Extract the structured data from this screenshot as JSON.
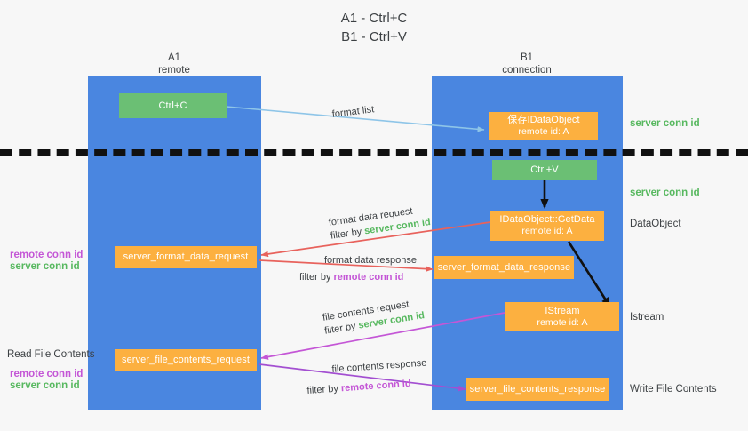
{
  "title": {
    "line1": "A1 - Ctrl+C",
    "line2": "B1 - Ctrl+V"
  },
  "columns": [
    {
      "name": "A1",
      "sub": "remote"
    },
    {
      "name": "B1",
      "sub": "connection"
    }
  ],
  "nodes": {
    "ctrl_c": {
      "label": "Ctrl+C"
    },
    "idataobject": {
      "line1": "保存IDataObject",
      "line2": "remote id: A"
    },
    "ctrl_v": {
      "label": "Ctrl+V"
    },
    "getdata": {
      "line1": "IDataObject::GetData",
      "line2": "remote id: A"
    },
    "server_format_data_request": {
      "label": "server_format_data_request"
    },
    "server_format_data_response": {
      "label": "server_format_data_response"
    },
    "istream": {
      "line1": "IStream",
      "line2": "remote id: A"
    },
    "server_file_contents_request": {
      "label": "server_file_contents_request"
    },
    "server_file_contents_response": {
      "label": "server_file_contents_response"
    }
  },
  "edge_labels": {
    "format_list": "format list",
    "format_data_request": "format data request",
    "format_data_request_filter_pre": "filter by ",
    "format_data_request_filter_key": "server conn id",
    "format_data_response": "format data response",
    "format_data_response_filter_pre": "filter by ",
    "format_data_response_filter_key": "remote conn id",
    "file_contents_request": "file contents request",
    "file_contents_request_filter_pre": "filter by ",
    "file_contents_request_filter_key": "server conn id",
    "file_contents_response": "file contents response",
    "file_contents_response_filter_pre": "filter by ",
    "file_contents_response_filter_key": "remote conn id"
  },
  "right_annotations": {
    "server_conn_id_top": "server conn id",
    "server_conn_id_mid": "server conn id",
    "dataobject": "DataObject",
    "istream": "Istream",
    "write_file_contents": "Write File Contents"
  },
  "left_annotations": {
    "remote_conn_id_1": "remote conn id",
    "server_conn_id_1": "server conn id",
    "read_file_contents": "Read File Contents",
    "remote_conn_id_2": "remote conn id",
    "server_conn_id_2": "server conn id"
  },
  "colors": {
    "lane": "#4a86e0",
    "green_box": "#6bbf74",
    "orange_box": "#fcb040",
    "green_text": "#57b85f",
    "purple_text": "#c456d6",
    "arrow_blue": "#8ec5e8",
    "arrow_red": "#e8625c",
    "arrow_magenta": "#c456d6",
    "arrow_purple": "#a34fd1",
    "arrow_black": "#111111",
    "background": "#f7f7f7"
  }
}
